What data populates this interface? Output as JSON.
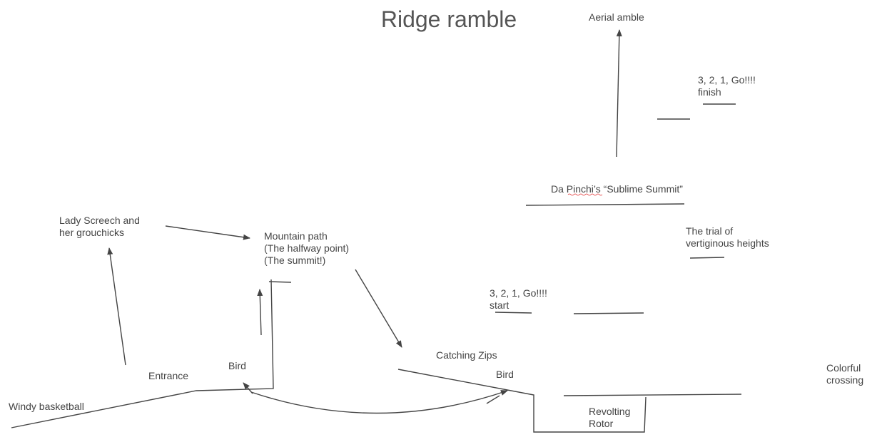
{
  "title": "Ridge ramble",
  "labels": {
    "aerial_amble": "Aerial amble",
    "finish_go": "3, 2, 1, Go!!!!",
    "finish": "finish",
    "sublime_summit": "Da Pinchi’s “Sublime Summit”",
    "trial_1": "The trial of",
    "trial_2": "vertiginous heights",
    "start_go": "3, 2, 1, Go!!!!",
    "start": "start",
    "lady_1": "Lady Screech and",
    "lady_2": "her grouchicks",
    "mountain_1": "Mountain path",
    "mountain_2": "(The halfway point)",
    "mountain_3": "(The summit!)",
    "catching_zips": "Catching Zips",
    "bird_right": "Bird",
    "bird_left": "Bird",
    "entrance": "Entrance",
    "windy": "Windy basketball",
    "colorful_1": "Colorful",
    "colorful_2": "crossing",
    "rotor_1": "Revolting",
    "rotor_2": "Rotor"
  },
  "colors": {
    "ink": "#444444",
    "title": "#555555",
    "spellcheck": "#e03030"
  }
}
